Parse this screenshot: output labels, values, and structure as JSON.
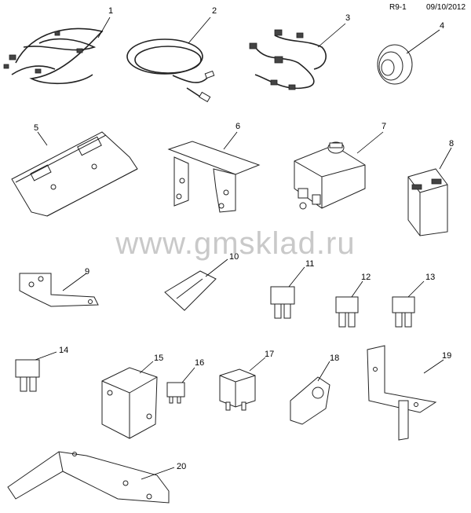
{
  "header": {
    "code": "R9-1",
    "date": "09/10/2012"
  },
  "watermark": "www.gmsklad.ru",
  "refs": [
    "1",
    "2",
    "3",
    "4",
    "5",
    "6",
    "7",
    "8",
    "9",
    "10",
    "11",
    "12",
    "13",
    "14",
    "15",
    "16",
    "17",
    "18",
    "19",
    "20"
  ]
}
